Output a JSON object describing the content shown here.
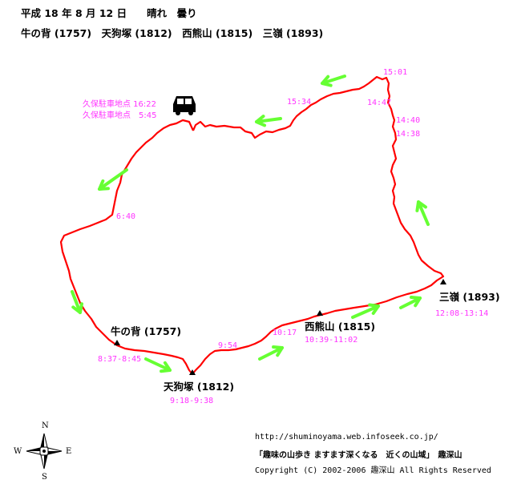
{
  "header": {
    "line1": "平成 18 年 8 月 12 日　　晴れ　曇り",
    "line2": "牛の背 (1757)　天狗塚 (1812)　西熊山 (1815)　三嶺 (1893)"
  },
  "parking": {
    "line1": "久保駐車地点 16:22",
    "line2": "久保駐車地点　5:45"
  },
  "peaks": [
    {
      "name": "牛の背 (1757)",
      "time": "8:37-8:45"
    },
    {
      "name": "天狗塚 (1812)",
      "time": "9:18-9:38"
    },
    {
      "name": "西熊山 (1815)",
      "time": "10:39-11:02"
    },
    {
      "name": "三嶺 (1893)",
      "time": "12:08-13:14"
    }
  ],
  "times": [
    "15:01",
    "15:34",
    "14:47",
    "14:40",
    "14:38",
    "6:40",
    "9:54",
    "10:17"
  ],
  "compass": {
    "n": "N",
    "s": "S",
    "e": "E",
    "w": "W"
  },
  "footer": {
    "url": "http://shuminoyama.web.infoseek.co.jp/",
    "site": "「趣味の山歩き ますます深くなる　近くの山域」　趣深山",
    "copyright": "Copyright (C) 2002-2006 趣深山 All Rights Reserved"
  },
  "colors": {
    "route": "#ff0000",
    "arrow": "#66ff33",
    "time": "#ff33ff"
  },
  "icons": [
    "car-icon",
    "peak-triangle-icon",
    "compass-rose-icon",
    "direction-arrow-icon"
  ]
}
